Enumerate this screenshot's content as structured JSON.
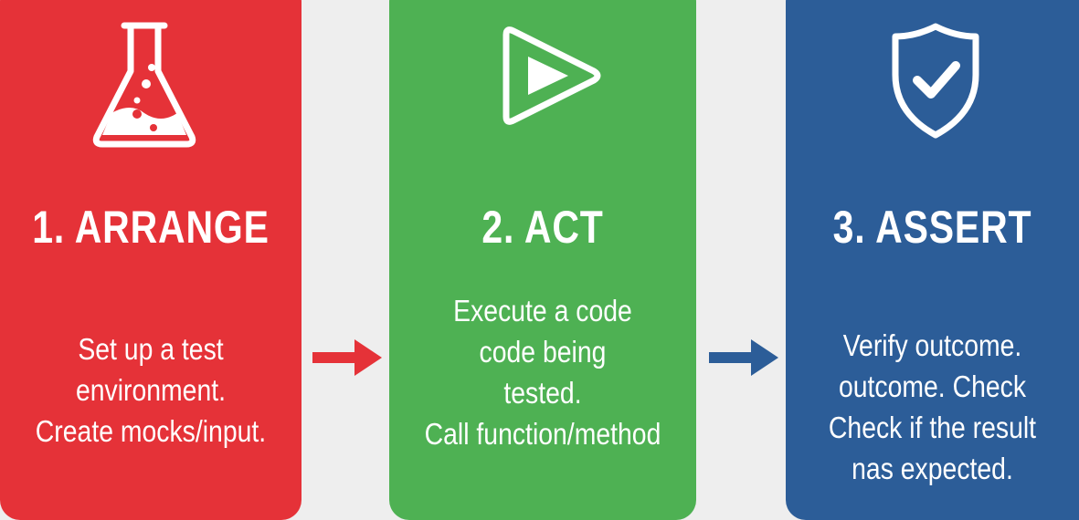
{
  "steps": [
    {
      "icon": "flask-icon",
      "color": "#e53238",
      "title": "1. ARRANGE",
      "lines": [
        "Set up a test",
        "environment.",
        "Create mocks/input."
      ]
    },
    {
      "icon": "play-icon",
      "color": "#4eb153",
      "title": "2. ACT",
      "lines": [
        "Execute a code",
        "code being",
        "tested.",
        "Call function/method"
      ]
    },
    {
      "icon": "shield-check-icon",
      "color": "#2c5d98",
      "title": "3. ASSERT",
      "lines": [
        "Verify outcome.",
        "outcome. Check",
        "Check if the result",
        "nas expected."
      ]
    }
  ],
  "arrows": [
    {
      "icon": "arrow-right-icon",
      "color": "#e53238"
    },
    {
      "icon": "arrow-right-icon",
      "color": "#2c5d98"
    }
  ]
}
